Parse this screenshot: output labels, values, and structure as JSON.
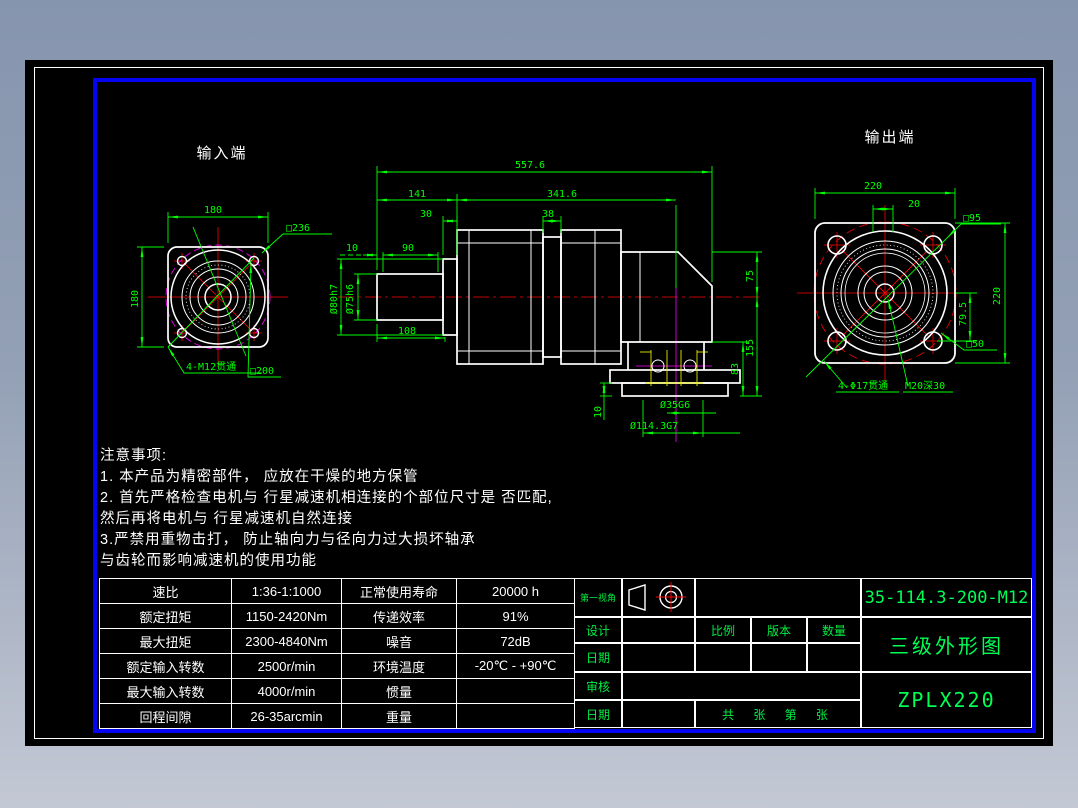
{
  "colors": {
    "frame_blue": "#0404f2",
    "line_white": "#ffffff",
    "dim_green": "#00ff00",
    "center_red": "#ff0000",
    "bolt_magenta": "#ff00ff",
    "detail_yellow": "#e8e800"
  },
  "views": {
    "input": {
      "label": "输入端",
      "dims": {
        "width": "180",
        "height": "180",
        "square": "□236",
        "corner": "□200",
        "bolts": "4-M12贯通"
      }
    },
    "side": {
      "dims": {
        "total": "557.6",
        "input_len": "141",
        "body_len": "341.6",
        "d30": "30",
        "d38": "38",
        "d10": "10",
        "d90": "90",
        "d108": "108",
        "shaft_d1": "Ø80h7",
        "shaft_d2": "Ø75h6",
        "d75": "75",
        "d155": "155",
        "d83": "83",
        "d10b": "10",
        "pilot": "Ø35G6",
        "flange": "Ø114.3G7"
      }
    },
    "output": {
      "label": "输出端",
      "dims": {
        "width": "220",
        "d20": "20",
        "square": "□95",
        "d79": "79.5",
        "height": "220",
        "square2": "□50",
        "bolts": "4-Φ17贯通",
        "tap": "M20深30"
      }
    }
  },
  "notes": {
    "title": "注意事项:",
    "lines": [
      "1. 本产品为精密部件， 应放在干燥的地方保管",
      "2. 首先严格检查电机与 行星减速机相连接的个部位尺寸是 否匹配,",
      "然后再将电机与 行星减速机自然连接",
      "3.严禁用重物击打， 防止轴向力与径向力过大损坏轴承",
      "与齿轮而影响减速机的使用功能"
    ]
  },
  "spec_table": {
    "rows": [
      [
        "速比",
        "1:36-1:1000",
        "正常使用寿命",
        "20000 h"
      ],
      [
        "额定扭矩",
        "1150-2420Nm",
        "传递效率",
        "91%"
      ],
      [
        "最大扭矩",
        "2300-4840Nm",
        "噪音",
        "72dB"
      ],
      [
        "额定输入转数",
        "2500r/min",
        "环境温度",
        "-20℃ - +90℃"
      ],
      [
        "最大输入转数",
        "4000r/min",
        "惯量",
        ""
      ],
      [
        "回程间隙",
        "26-35arcmin",
        "重量",
        ""
      ]
    ]
  },
  "title_block": {
    "first_angle": "第一视角",
    "design": "设计",
    "date": "日期",
    "scale": "比例",
    "version": "版本",
    "quantity": "数量",
    "review": "审核",
    "date2": "日期",
    "sheet": "共   张   第   张",
    "code": "35-114.3-200-M12",
    "name": "三级外形图",
    "model": "ZPLX220"
  }
}
